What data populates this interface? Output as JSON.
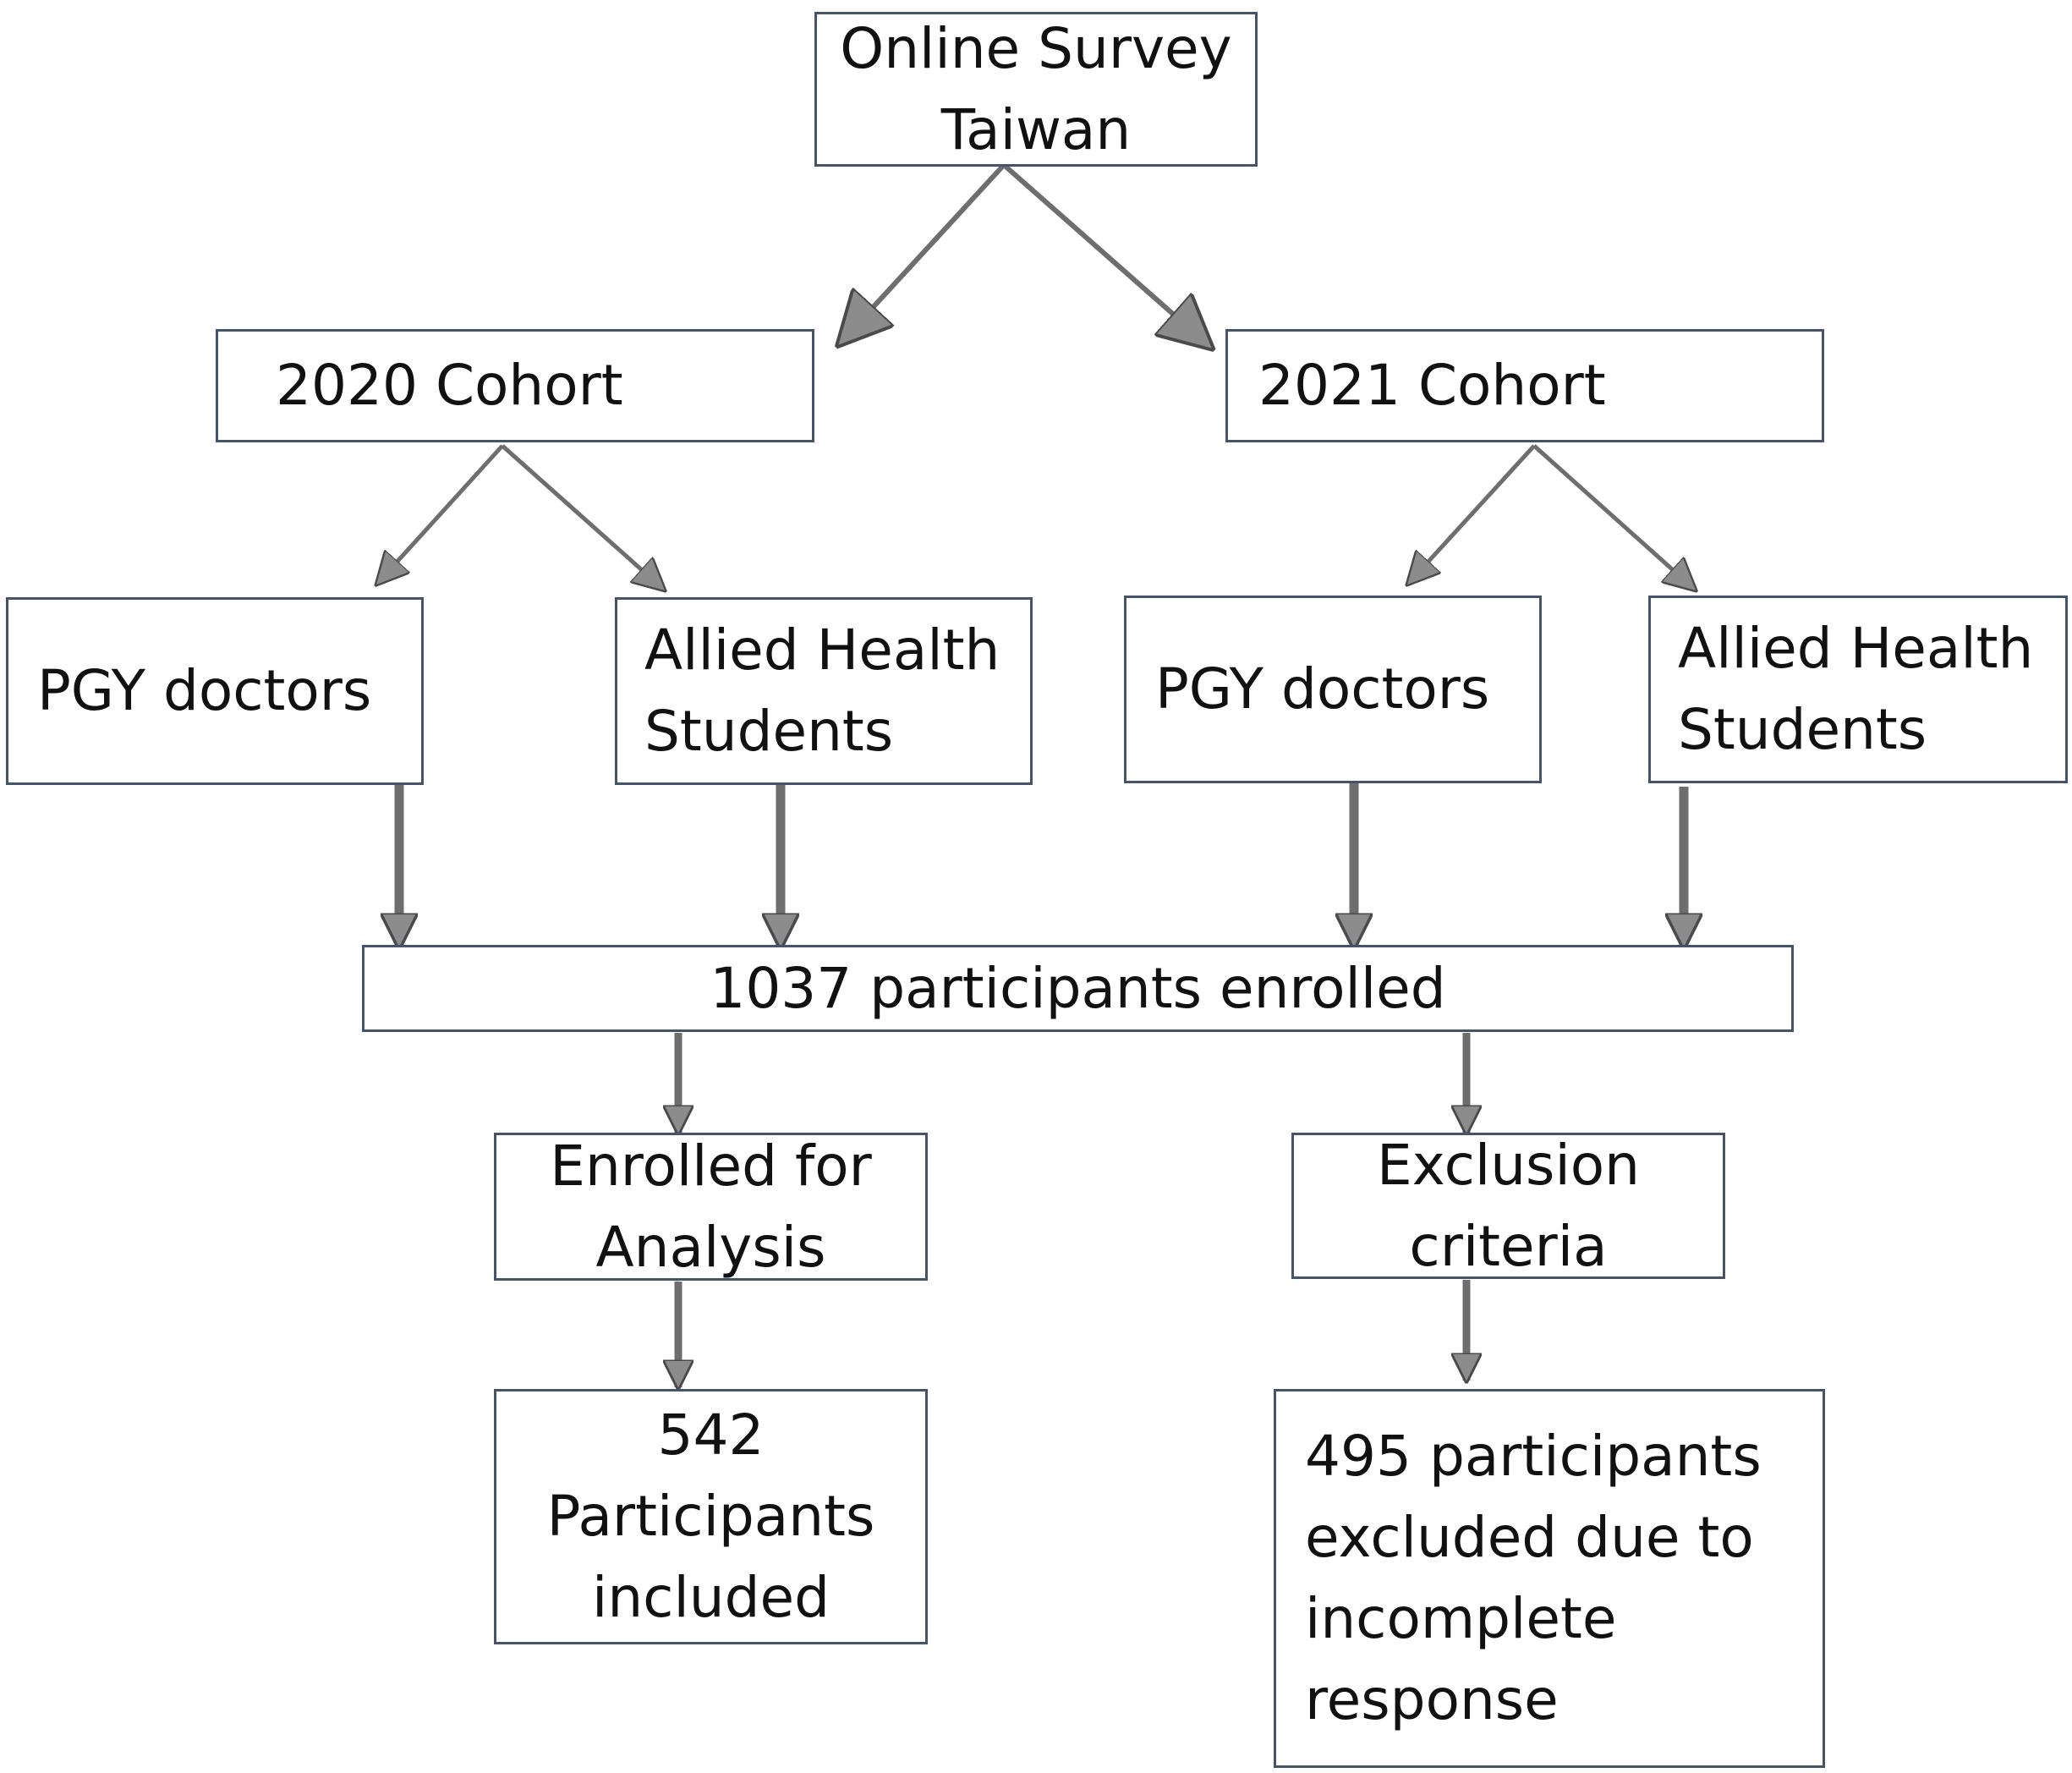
{
  "nodes": {
    "online_survey": {
      "lines": [
        "Online Survey",
        "Taiwan"
      ]
    },
    "cohort_2020": {
      "lines": [
        "2020 Cohort"
      ]
    },
    "cohort_2021": {
      "lines": [
        "2021 Cohort"
      ]
    },
    "pgy_2020": {
      "lines": [
        "PGY doctors"
      ]
    },
    "allied_2020": {
      "lines": [
        "Allied Health",
        "Students"
      ]
    },
    "pgy_2021": {
      "lines": [
        "PGY doctors"
      ]
    },
    "allied_2021": {
      "lines": [
        "Allied Health",
        "Students"
      ]
    },
    "enrolled_total": {
      "lines": [
        "1037 participants enrolled"
      ]
    },
    "enrolled_analysis": {
      "lines": [
        "Enrolled for",
        "Analysis"
      ]
    },
    "exclusion": {
      "lines": [
        "Exclusion",
        "criteria"
      ]
    },
    "included": {
      "lines": [
        "542",
        "Participants",
        "included"
      ]
    },
    "excluded": {
      "lines": [
        "495 participants",
        "excluded due to",
        "incomplete",
        "response"
      ]
    }
  },
  "edges": [
    {
      "from": "online_survey",
      "to": "cohort_2020"
    },
    {
      "from": "online_survey",
      "to": "cohort_2021"
    },
    {
      "from": "cohort_2020",
      "to": "pgy_2020"
    },
    {
      "from": "cohort_2020",
      "to": "allied_2020"
    },
    {
      "from": "cohort_2021",
      "to": "pgy_2021"
    },
    {
      "from": "cohort_2021",
      "to": "allied_2021"
    },
    {
      "from": "pgy_2020",
      "to": "enrolled_total"
    },
    {
      "from": "allied_2020",
      "to": "enrolled_total"
    },
    {
      "from": "pgy_2021",
      "to": "enrolled_total"
    },
    {
      "from": "allied_2021",
      "to": "enrolled_total"
    },
    {
      "from": "enrolled_total",
      "to": "enrolled_analysis"
    },
    {
      "from": "enrolled_total",
      "to": "exclusion"
    },
    {
      "from": "enrolled_analysis",
      "to": "included"
    },
    {
      "from": "exclusion",
      "to": "excluded"
    }
  ],
  "colors": {
    "box_border": "#44546a",
    "arrow": "#6e6e6e",
    "arrowhead_fill": "#8c8c8c",
    "text": "#111111"
  }
}
